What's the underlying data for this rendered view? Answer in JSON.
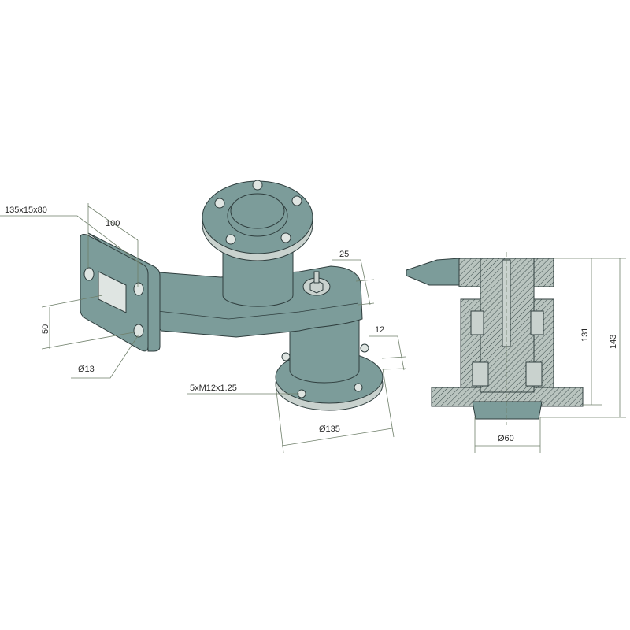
{
  "title": "Gearbox mounting bracket with hub flanges - technical drawing",
  "colors": {
    "part": "#7c9c9a",
    "edge": "#2f3e3e",
    "dimension": "#6f7f6a"
  },
  "dimensions": {
    "plate": "135x15x80",
    "hole_spacing": "100",
    "offset_25": "25",
    "height_50": "50",
    "flange_thickness": "12",
    "hole_diameter": "Ø13",
    "threads": "5xM12x1.25",
    "flange_diameter": "Ø135",
    "height_131": "131",
    "height_143": "143",
    "shaft_diameter": "Ø60"
  }
}
